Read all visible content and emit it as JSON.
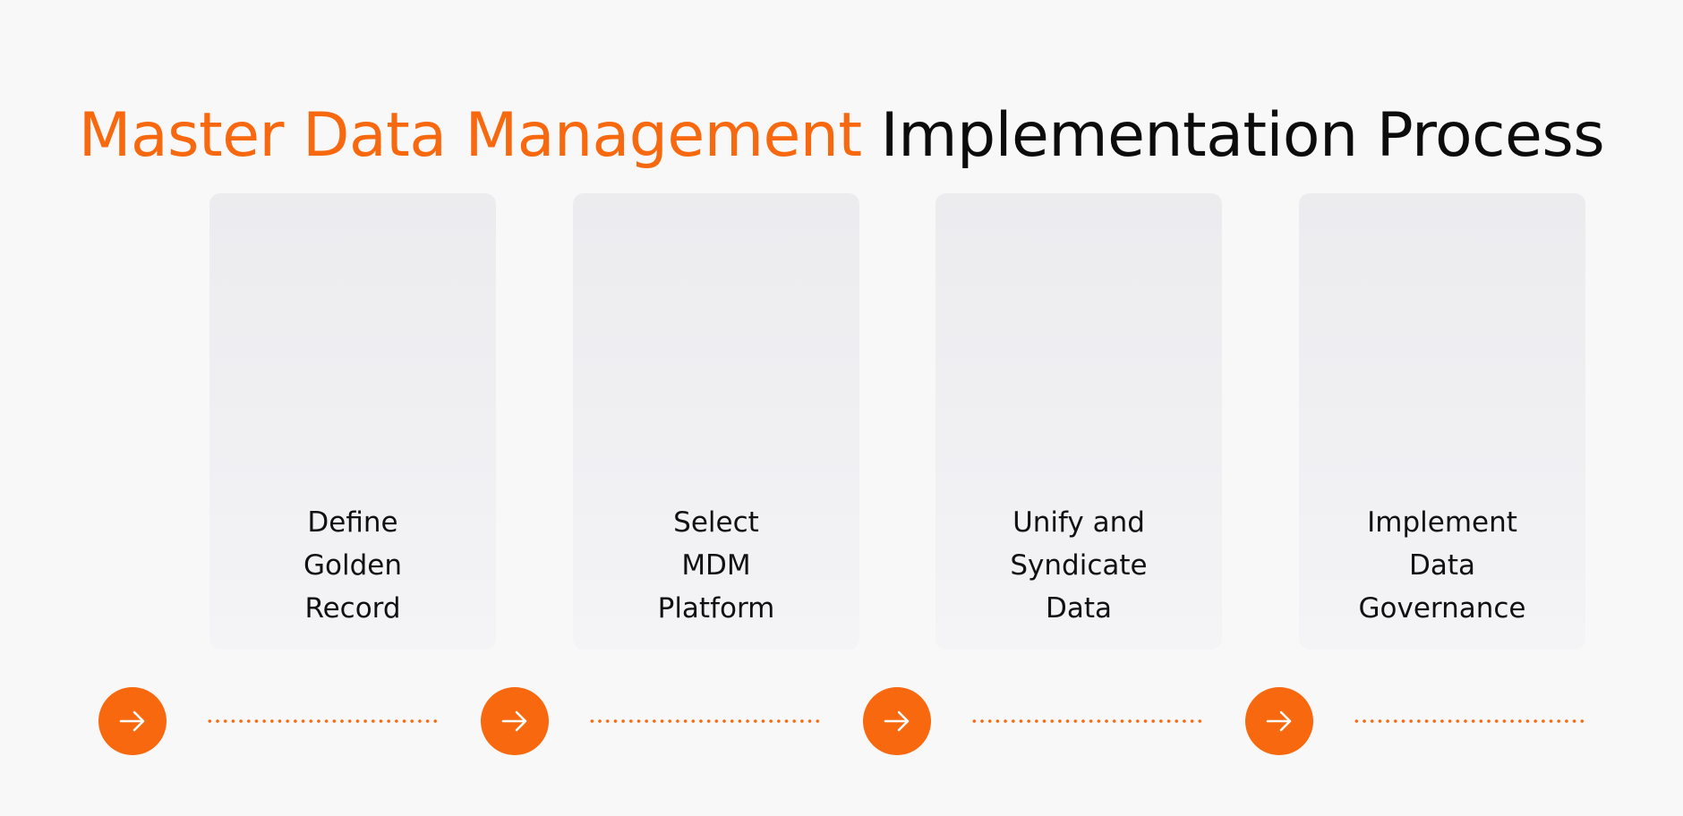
{
  "title": {
    "accent": "Master Data Management",
    "rest": "Implementation Process"
  },
  "steps": [
    {
      "label": "Define\nGolden\nRecord"
    },
    {
      "label": "Select\nMDM\nPlatform"
    },
    {
      "label": "Unify and\nSyndicate\nData"
    },
    {
      "label": "Implement\nData\nGovernance"
    }
  ],
  "icons": {
    "step_arrow": "arrow-right-icon"
  },
  "colors": {
    "accent": "#f7680f",
    "text": "#0c0c0c",
    "background": "#f8f8f8",
    "card": "#efeff2"
  }
}
